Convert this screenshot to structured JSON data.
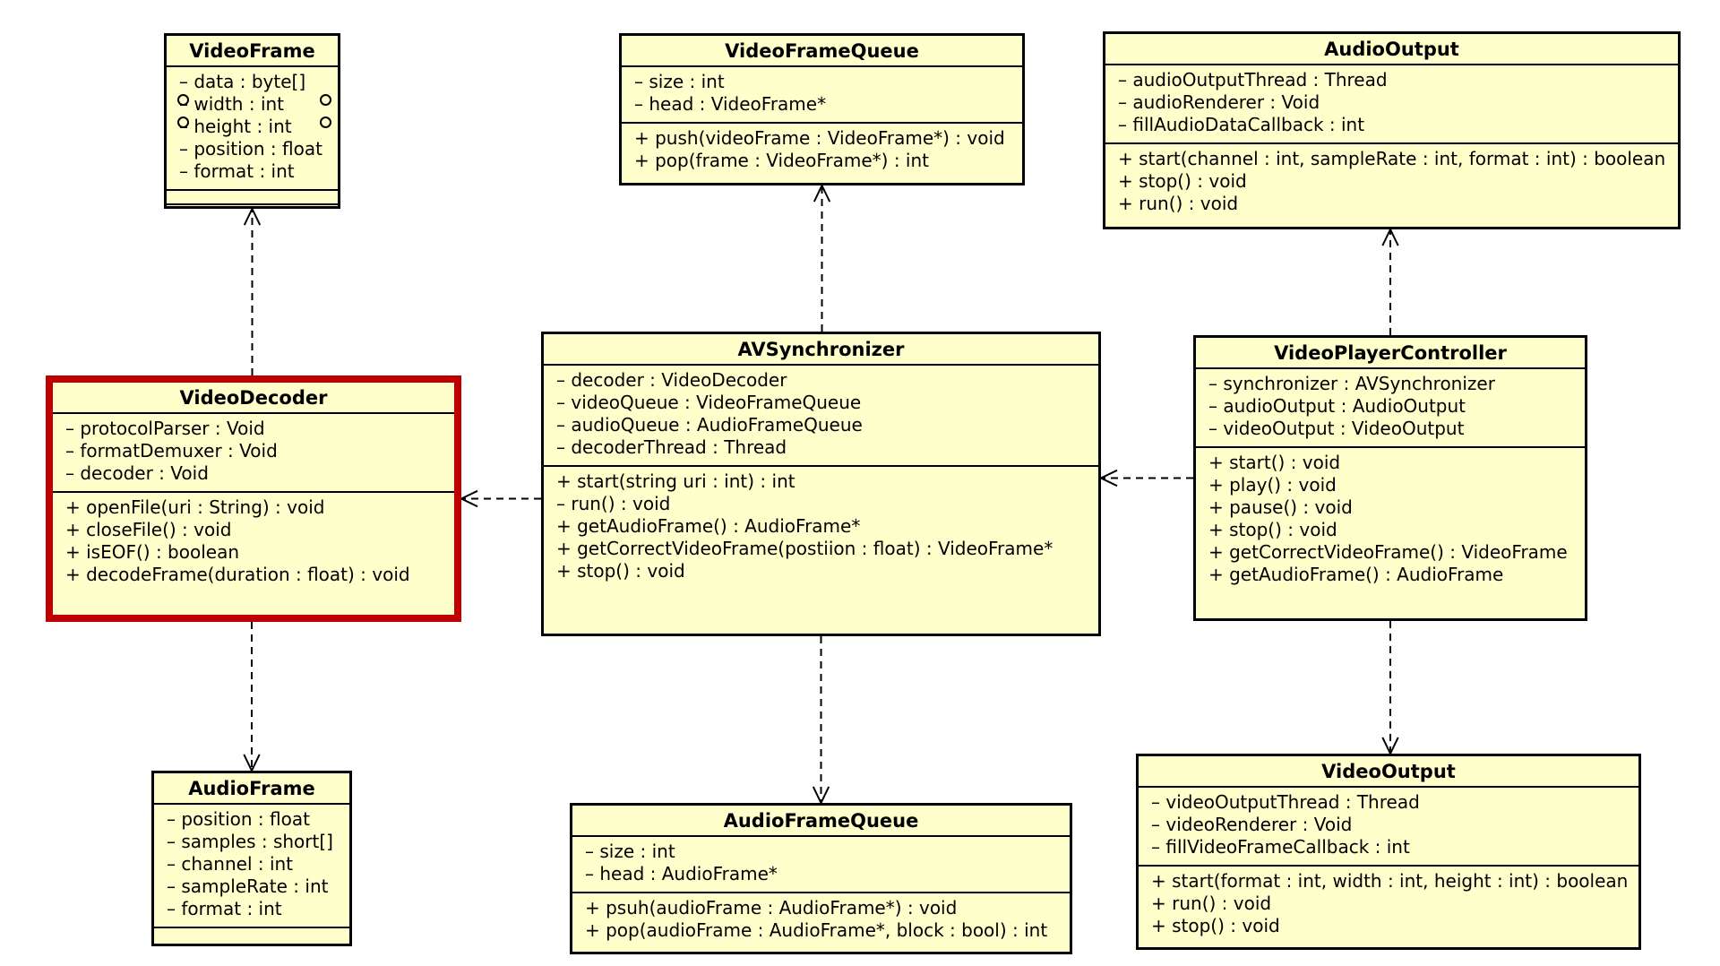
{
  "diagram": {
    "classes": [
      {
        "key": "VideoFrame",
        "name": "VideoFrame",
        "attributes": [
          "– data : byte[]",
          "– width : int",
          "– height : int",
          "– position : float",
          "– format : int"
        ],
        "operations": []
      },
      {
        "key": "VideoFrameQueue",
        "name": "VideoFrameQueue",
        "attributes": [
          "– size : int",
          "– head : VideoFrame*"
        ],
        "operations": [
          "+ push(videoFrame : VideoFrame*) : void",
          "+ pop(frame : VideoFrame*) : int"
        ]
      },
      {
        "key": "AudioOutput",
        "name": "AudioOutput",
        "attributes": [
          "– audioOutputThread : Thread",
          "– audioRenderer : Void",
          "– fillAudioDataCallback : int"
        ],
        "operations": [
          "+ start(channel : int, sampleRate : int, format : int) : boolean",
          "+ stop() : void",
          "+ run() : void"
        ]
      },
      {
        "key": "VideoDecoder",
        "name": "VideoDecoder",
        "attributes": [
          "– protocolParser : Void",
          "– formatDemuxer : Void",
          "– decoder : Void"
        ],
        "operations": [
          "+ openFile(uri : String) : void",
          "+ closeFile() : void",
          "+ isEOF() : boolean",
          "+ decodeFrame(duration : float) : void"
        ]
      },
      {
        "key": "AVSynchronizer",
        "name": "AVSynchronizer",
        "attributes": [
          "– decoder : VideoDecoder",
          "– videoQueue : VideoFrameQueue",
          "– audioQueue : AudioFrameQueue",
          "– decoderThread : Thread"
        ],
        "operations": [
          "+ start(string uri : int) : int",
          "– run() : void",
          "+ getAudioFrame() : AudioFrame*",
          "+ getCorrectVideoFrame(postiion : float) : VideoFrame*",
          "+ stop() : void"
        ]
      },
      {
        "key": "VideoPlayerController",
        "name": "VideoPlayerController",
        "attributes": [
          "– synchronizer : AVSynchronizer",
          "– audioOutput : AudioOutput",
          "– videoOutput : VideoOutput"
        ],
        "operations": [
          "+ start() : void",
          "+ play() : void",
          "+ pause() : void",
          "+ stop() : void",
          "+ getCorrectVideoFrame() : VideoFrame",
          "+ getAudioFrame() : AudioFrame"
        ]
      },
      {
        "key": "AudioFrame",
        "name": "AudioFrame",
        "attributes": [
          "– position : float",
          "– samples : short[]",
          "– channel : int",
          "– sampleRate : int",
          "– format : int"
        ],
        "operations": []
      },
      {
        "key": "AudioFrameQueue",
        "name": "AudioFrameQueue",
        "attributes": [
          "– size : int",
          "– head : AudioFrame*"
        ],
        "operations": [
          "+ psuh(audioFrame : AudioFrame*) : void",
          "+ pop(audioFrame : AudioFrame*, block : bool) : int"
        ]
      },
      {
        "key": "VideoOutput",
        "name": "VideoOutput",
        "attributes": [
          "– videoOutputThread : Thread",
          "– videoRenderer : Void",
          "– fillVideoFrameCallback : int"
        ],
        "operations": [
          "+ start(format : int, width : int, height : int) : boolean",
          "+ run() : void",
          "+ stop() : void"
        ]
      }
    ],
    "dependencies": [
      {
        "from": "VideoDecoder",
        "to": "VideoFrame"
      },
      {
        "from": "VideoDecoder",
        "to": "AudioFrame"
      },
      {
        "from": "AVSynchronizer",
        "to": "VideoDecoder"
      },
      {
        "from": "AVSynchronizer",
        "to": "VideoFrameQueue"
      },
      {
        "from": "AVSynchronizer",
        "to": "AudioFrameQueue"
      },
      {
        "from": "VideoPlayerController",
        "to": "AVSynchronizer"
      },
      {
        "from": "VideoPlayerController",
        "to": "AudioOutput"
      },
      {
        "from": "VideoPlayerController",
        "to": "VideoOutput"
      }
    ],
    "highlighted_class": "VideoDecoder",
    "colors": {
      "class_fill": "#ffffcb",
      "border": "#000000",
      "highlight_border": "#c00000"
    }
  }
}
